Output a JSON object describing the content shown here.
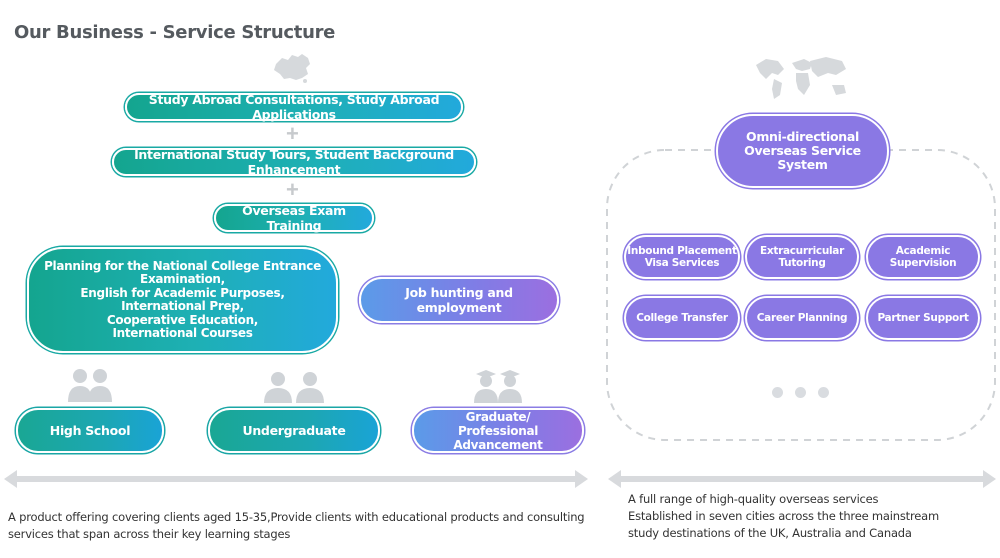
{
  "title": "Our Business - Service Structure",
  "left": {
    "services": [
      "Study Abroad Consultations, Study Abroad Applications",
      "International Study Tours, Student Background Enhancement",
      "Overseas Exam Training"
    ],
    "planning_lines": [
      "Planning for the National College Entrance",
      "Examination,",
      "English for Academic Purposes,",
      "International Prep,",
      "Cooperative Education,",
      "International Courses"
    ],
    "job": "Job hunting and employment",
    "stages": [
      "High School",
      "Undergraduate"
    ],
    "stage_graduate_lines": [
      "Graduate/",
      "Professional Advancement"
    ],
    "caption_lines": [
      "A product offering covering clients aged 15-35,Provide clients with educational products and consulting",
      "services that span across their key learning stages"
    ]
  },
  "right": {
    "system_lines": [
      "Omni-directional",
      "Overseas Service System"
    ],
    "grid": [
      [
        "Inbound Placement",
        "Visa Services"
      ],
      [
        "Extracurricular",
        "Tutoring"
      ],
      [
        "Academic",
        "Supervision"
      ],
      [
        "College Transfer"
      ],
      [
        "Career Planning"
      ],
      [
        "Partner Support"
      ]
    ],
    "caption_lines": [
      "A full range of high-quality overseas services",
      "Established in seven cities across the three mainstream",
      "study destinations of the UK, Australia and Canada"
    ]
  },
  "colors": {
    "teal": "#1aa794",
    "blue": "#22a9dc",
    "purple": "#8a78e4"
  }
}
